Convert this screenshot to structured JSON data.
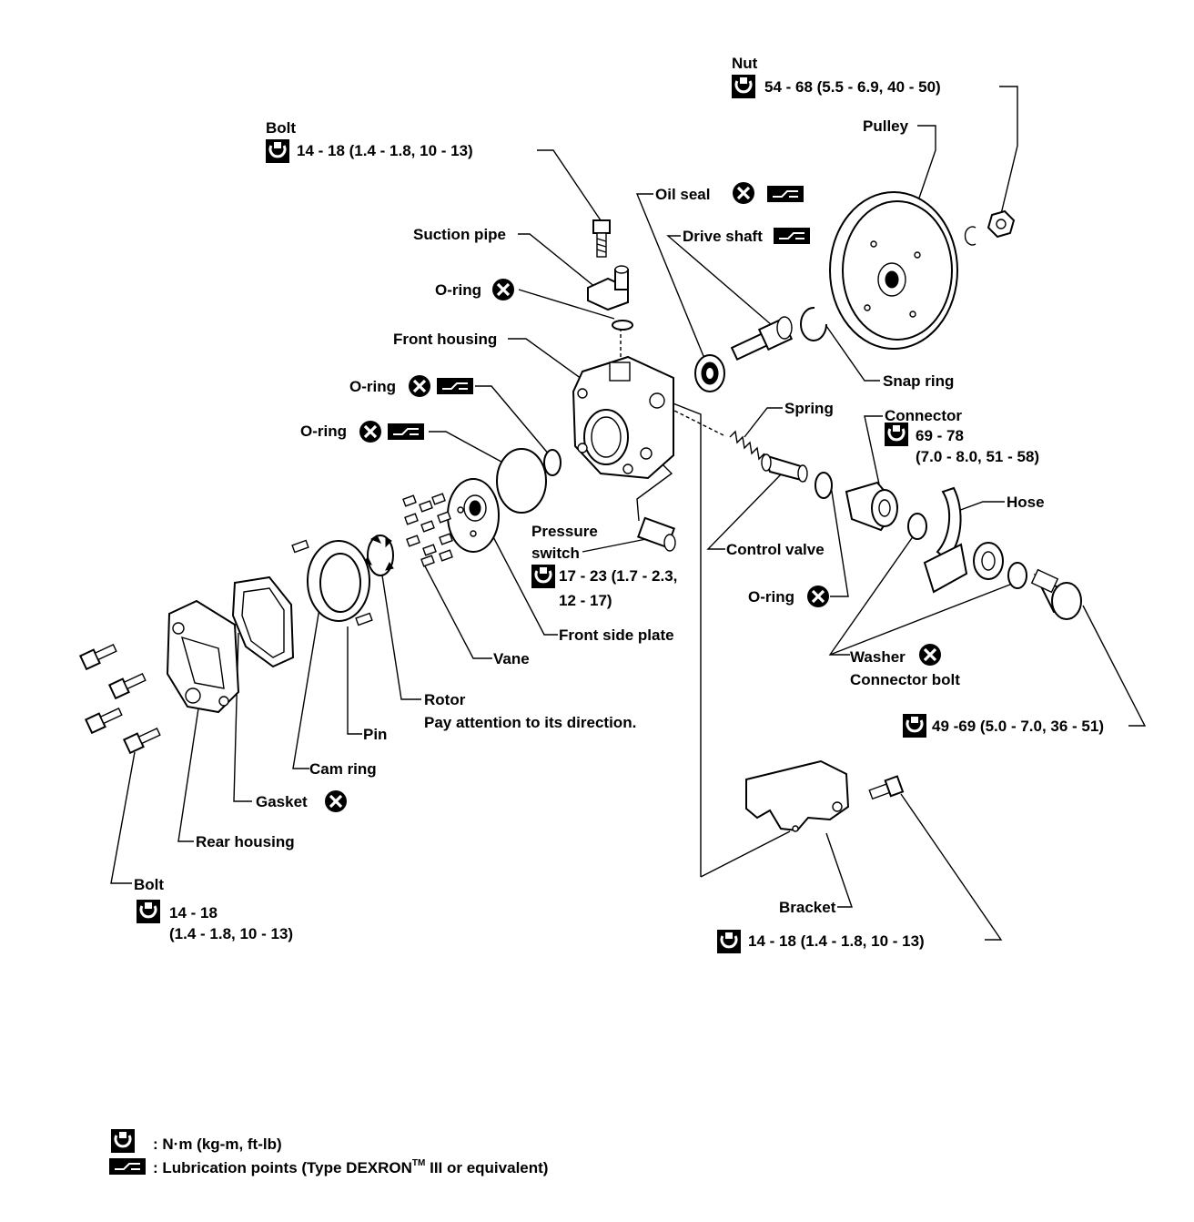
{
  "labels": {
    "nut": "Nut",
    "nut_torque": "54 - 68 (5.5 - 6.9, 40 - 50)",
    "pulley": "Pulley",
    "bolt_top": "Bolt",
    "bolt_top_torque": "14 - 18 (1.4 - 1.8, 10 - 13)",
    "oil_seal": "Oil seal",
    "drive_shaft": "Drive shaft",
    "suction_pipe": "Suction pipe",
    "oring_1": "O-ring",
    "front_housing": "Front housing",
    "snap_ring": "Snap ring",
    "oring_2": "O-ring",
    "spring": "Spring",
    "connector": "Connector",
    "connector_torque_1": "69 - 78",
    "connector_torque_2": "(7.0 - 8.0, 51 - 58)",
    "oring_3": "O-ring",
    "hose": "Hose",
    "pressure_switch_1": "Pressure",
    "pressure_switch_2": "switch",
    "pressure_torque_1": "17 - 23 (1.7 - 2.3,",
    "pressure_torque_2": "12 - 17)",
    "control_valve": "Control valve",
    "oring_4": "O-ring",
    "front_side_plate": "Front side plate",
    "vane": "Vane",
    "washer": "Washer",
    "connector_bolt": "Connector bolt",
    "rotor": "Rotor",
    "rotor_note": "Pay attention to its direction.",
    "connector_bolt_torque": "49 -69 (5.0 - 7.0, 36 - 51)",
    "pin": "Pin",
    "cam_ring": "Cam ring",
    "gasket": "Gasket",
    "rear_housing": "Rear housing",
    "bracket": "Bracket",
    "bolt_bottom": "Bolt",
    "bolt_bottom_torque_1": "14 - 18",
    "bolt_bottom_torque_2": "(1.4 - 1.8, 10 - 13)",
    "bracket_torque": "14 - 18 (1.4 - 1.8, 10 - 13)"
  },
  "legend": {
    "torque_unit": ": N·m (kg-m, ft-lb)",
    "lube": ": Lubrication points (Type DEXRON",
    "tm": "TM",
    "lube_end": " III or equivalent)"
  }
}
